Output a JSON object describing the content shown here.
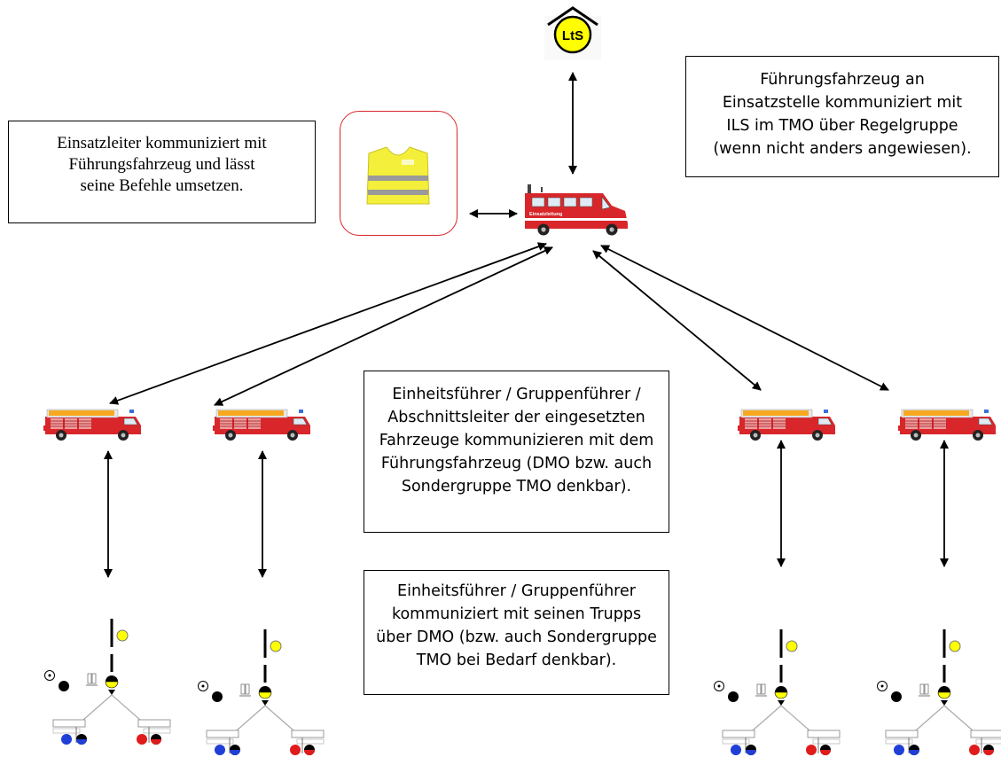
{
  "notes": {
    "lead": {
      "lines": [
        "Einsatzleiter kommuniziert mit",
        "Führungsfahrzeug und lässt",
        "seine Befehle umsetzen."
      ]
    },
    "command_vehicle": {
      "lines": [
        "Führungsfahrzeug an",
        "Einsatzstelle kommuniziert mit",
        "ILS im TMO über Regelgruppe",
        "(wenn nicht anders angewiesen)."
      ]
    },
    "units": {
      "lines": [
        "Einheitsführer / Gruppenführer /",
        "Abschnittsleiter der eingesetzten",
        "Fahrzeuge kommunizieren mit dem",
        "Führungsfahrzeug (DMO bzw. auch",
        "Sondergruppe TMO denkbar)."
      ]
    },
    "trupps": {
      "lines": [
        "Einheitsführer / Gruppenführer",
        "kommuniziert mit seinen Trupps",
        "über DMO (bzw. auch Sondergruppe",
        "TMO bei Bedarf denkbar)."
      ]
    }
  },
  "symbols": {
    "lts": {
      "label": "LtS"
    },
    "command_vehicle": {
      "label": "Einsatzleitung"
    }
  },
  "colors": {
    "truck_red": "#d8262a",
    "vest_yellow": "#f4ef3a",
    "reflective_grey": "#9a9a9a",
    "lts_yellow": "#ffff00",
    "trupp_blue": "#1f3fd6",
    "trupp_red": "#e01b1b",
    "arrow": "#000000"
  }
}
